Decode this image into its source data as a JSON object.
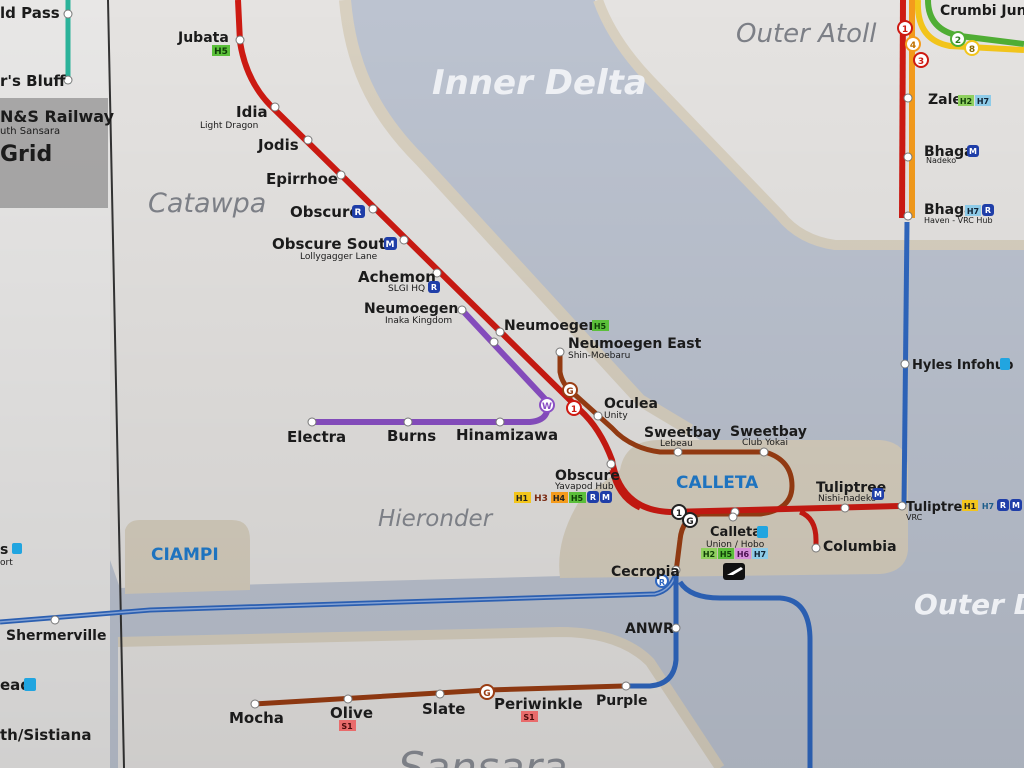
{
  "regions": {
    "inner_delta": "Inner Delta",
    "outer_atoll": "Outer Atoll",
    "catawpa": "Catawpa",
    "hieronder": "Hieronder",
    "outer_d": "Outer D",
    "sansara": "Sansara",
    "ciampi": "CIAMPI",
    "calleta": "CALLETA"
  },
  "left_panel": {
    "ld_pass": "ld Pass",
    "rs_bluff": "r's Bluff",
    "ns_railway": "N&S Railway",
    "south_sansara": "uth Sansara",
    "grid": "Grid",
    "s_port": "s",
    "ort": "ort",
    "shermerville": "Shermerville",
    "ead": "ead",
    "th_sistiana": "th/Sistiana"
  },
  "stations": {
    "jubata": "Jubata",
    "idia": "Idia",
    "idia_sub": "Light Dragon",
    "jodis": "Jodis",
    "epirrhoe": "Epirrhoe",
    "obscure": "Obscure",
    "obscure_south": "Obscure South",
    "obscure_south_sub": "Lollygagger Lane",
    "achemon": "Achemon",
    "achemon_sub": "SLGI HQ",
    "neumoegen_w": "Neumoegen",
    "neumoegen_w_sub": "Inaka Kingdom",
    "neumoegen": "Neumoegen",
    "neumoegen_east": "Neumoegen East",
    "neumoegen_east_sub": "Shin-Moebaru",
    "oculea": "Oculea",
    "oculea_sub": "Unity",
    "sweetbay_1": "Sweetbay",
    "sweetbay_1_sub": "Lebeau",
    "sweetbay_2": "Sweetbay",
    "sweetbay_2_sub": "Club Yokai",
    "electra": "Electra",
    "burns": "Burns",
    "hinamizawa": "Hinamizawa",
    "obscure_yavapod": "Obscure",
    "obscure_yavapod_sub": "Yavapod Hub",
    "tuliptree_nishi": "Tuliptree",
    "tuliptree_nishi_sub": "Nishi-nadeko",
    "tuliptree_vrc": "Tuliptree",
    "tuliptree_vrc_sub": "VRC",
    "calleta_union": "Calleta",
    "calleta_union_sub": "Union / Hobo",
    "columbia": "Columbia",
    "cecropia": "Cecropia",
    "anwr": "ANWR",
    "mocha": "Mocha",
    "olive": "Olive",
    "slate": "Slate",
    "periwinkle": "Periwinkle",
    "purple": "Purple",
    "hyles": "Hyles Infohub",
    "zale": "Zale",
    "bhaga_1": "Bhaga",
    "bhaga_1_sub": "Nadeko",
    "bhaga_2": "Bhaga",
    "bhaga_2_sub": "Haven - VRC Hub",
    "crumbi": "Crumbi Juncti"
  },
  "badges": {
    "H1": "H1",
    "H2": "H2",
    "H3": "H3",
    "H4": "H4",
    "H5": "H5",
    "H6": "H6",
    "H7": "H7",
    "R": "R",
    "M": "M",
    "S1": "S1",
    "i": "i",
    "G": "G",
    "W": "W",
    "one": "1",
    "two": "2",
    "three": "3",
    "four": "4",
    "eight": "8"
  },
  "colors": {
    "water": "#bcc3d0",
    "land": "#e5e3e1",
    "sand": "#d7cfbf",
    "grey_panel": "#a9a8a8",
    "red_line": "#cd1a12",
    "brown_line": "#9a3d13",
    "purple_line": "#8a4fc4",
    "blue_line": "#2f67c0",
    "orange_line": "#f49b1c",
    "yellow_line": "#f3c51b",
    "green_line": "#4fae34",
    "teal_line": "#2bb39a"
  }
}
